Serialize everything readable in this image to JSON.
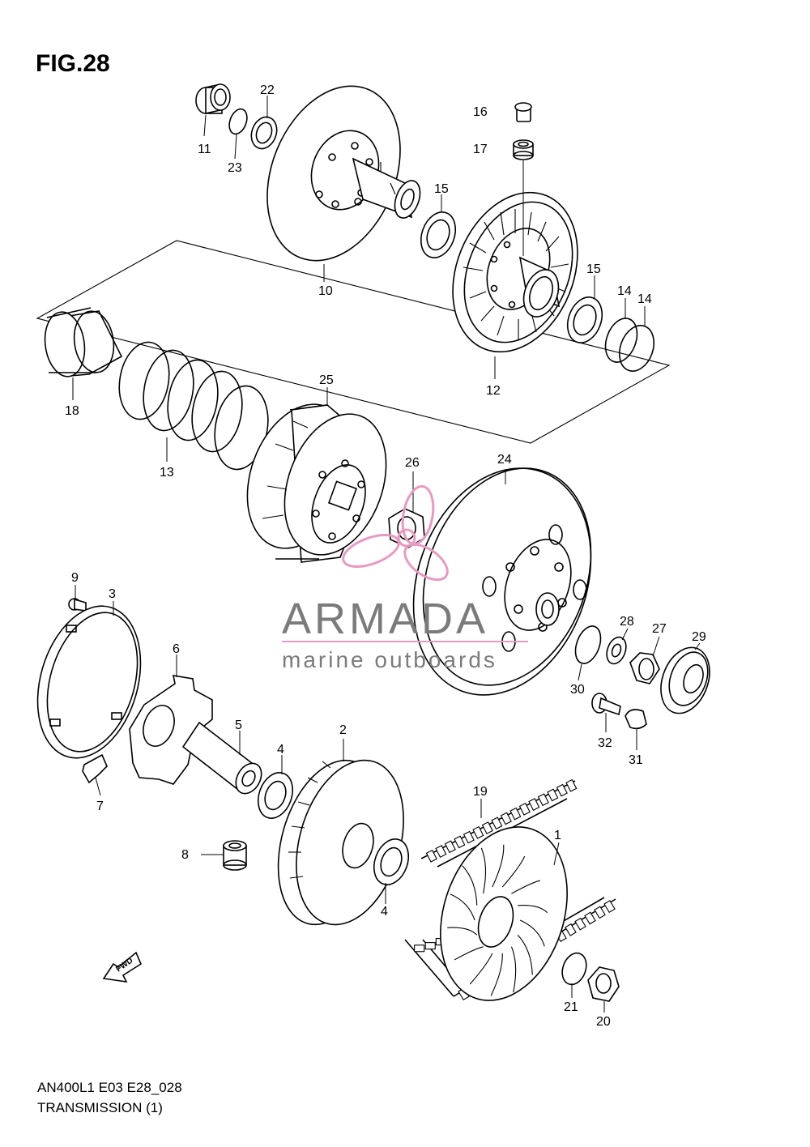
{
  "figure": {
    "title": "FIG.28",
    "footer_code": "AN400L1 E03 E28_028",
    "footer_title": "TRANSMISSION (1)",
    "direction_arrow": "FWD"
  },
  "watermark": {
    "brand": "ARMADA",
    "tagline": "marine outboards",
    "color": "#e89ac0"
  },
  "labels": {
    "p1": "1",
    "p2": "2",
    "p3": "3",
    "p4a": "4",
    "p4b": "4",
    "p5": "5",
    "p6": "6",
    "p7": "7",
    "p8": "8",
    "p9": "9",
    "p10": "10",
    "p11": "11",
    "p12": "12",
    "p13": "13",
    "p14a": "14",
    "p14b": "14",
    "p15a": "15",
    "p15b": "15",
    "p16": "16",
    "p17": "17",
    "p18": "18",
    "p19": "19",
    "p20": "20",
    "p21": "21",
    "p22": "22",
    "p23": "23",
    "p24": "24",
    "p25": "25",
    "p26": "26",
    "p27": "27",
    "p28": "28",
    "p29": "29",
    "p30": "30",
    "p31": "31",
    "p32": "32"
  }
}
